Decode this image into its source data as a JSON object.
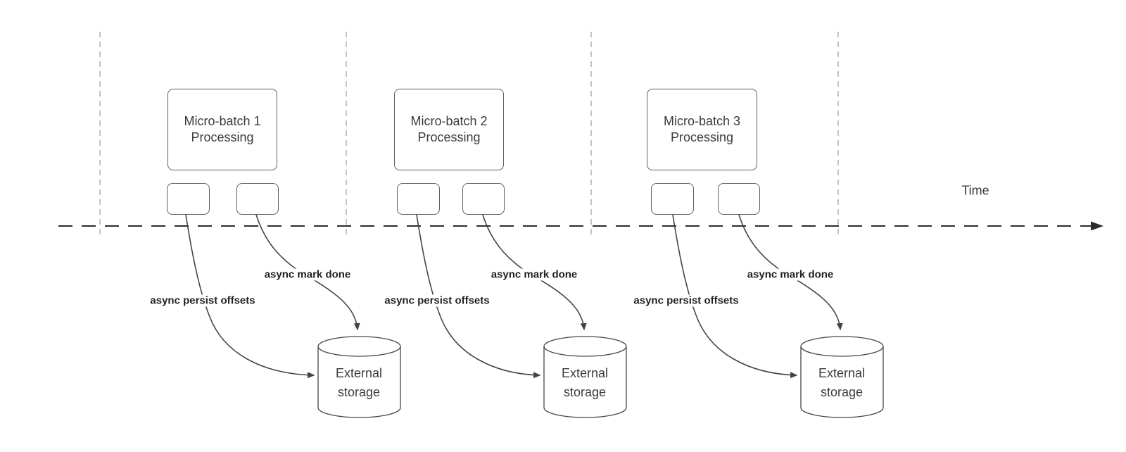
{
  "colors": {
    "bg": "#ffffff",
    "stroke": "#40454b",
    "box-border": "#5a5f66",
    "text": "#383c42",
    "label-text": "#1d1f22",
    "timeline": "#2a2c2e",
    "guide": "#b4b6b8"
  },
  "timeline": {
    "label": "Time"
  },
  "batches": [
    {
      "title": "Micro-batch 1 Processing",
      "persist_label": "async persist offsets",
      "done_label": "async mark done",
      "storage": "External storage"
    },
    {
      "title": "Micro-batch 2 Processing",
      "persist_label": "async persist offsets",
      "done_label": "async mark done",
      "storage": "External storage"
    },
    {
      "title": "Micro-batch 3 Processing",
      "persist_label": "async persist offsets",
      "done_label": "async mark done",
      "storage": "External storage"
    }
  ]
}
